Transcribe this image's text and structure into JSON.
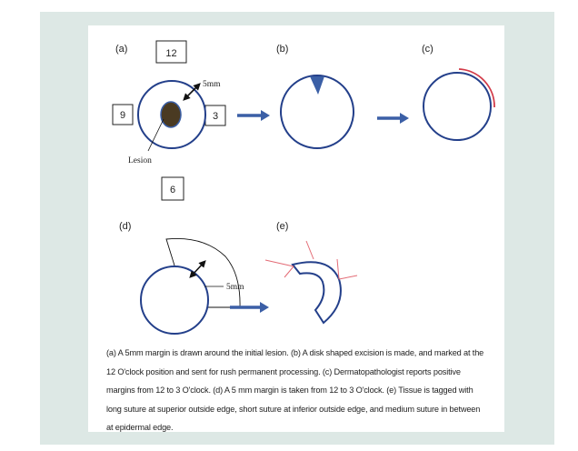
{
  "panels": {
    "a": {
      "label": "(a)",
      "clock_12": "12",
      "clock_9": "9",
      "clock_3": "3",
      "clock_6": "6",
      "margin_label": "5mm",
      "lesion_label": "Lesion"
    },
    "b": {
      "label": "(b)"
    },
    "c": {
      "label": "(c)"
    },
    "d": {
      "label": "(d)",
      "margin_label": "5mm"
    },
    "e": {
      "label": "(e)"
    }
  },
  "caption": "(a) A 5mm margin is drawn around the initial lesion. (b) A disk shaped excision is made, and marked at the 12 O'clock position and sent for rush permanent processing. (c) Dermatopathologist reports positive margins from 12 to 3 O'clock. (d) A 5 mm margin is taken from 12 to 3 O'clock. (e) Tissue is tagged with long suture at superior outside edge, short suture at inferior outside edge, and medium suture in between at epidermal edge.",
  "colors": {
    "circle": "#233f8a",
    "lesion": "#4a3a22",
    "arrow": "#3b5fa6",
    "positive_margin": "#d23a48",
    "suture": "#e36b75",
    "background": "#dde8e5"
  }
}
